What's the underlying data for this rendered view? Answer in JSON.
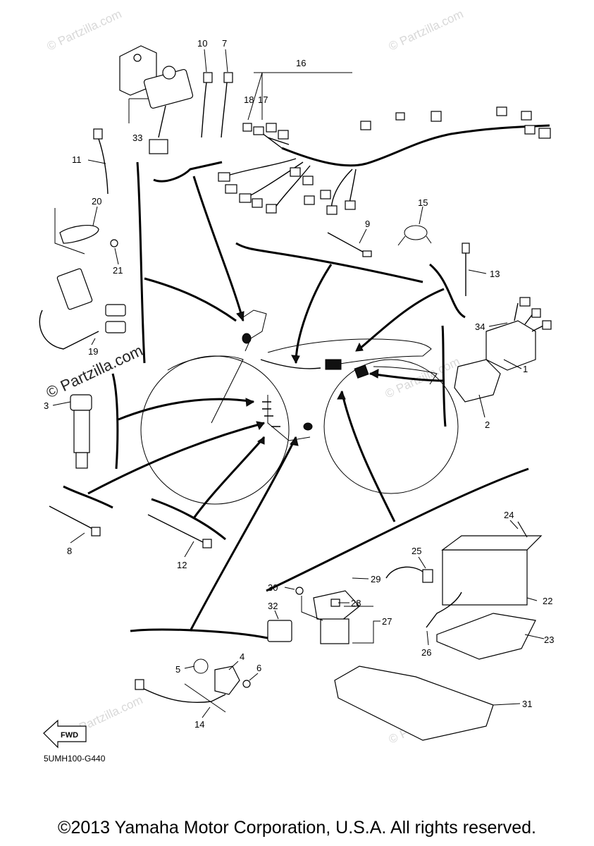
{
  "watermark": "© Partzilla.com",
  "diagram_code": "5UMH100-G440",
  "fwd_label": "FWD",
  "copyright": "©2013 Yamaha Motor Corporation, U.S.A. All rights reserved.",
  "callouts": {
    "c1": "1",
    "c2": "2",
    "c3": "3",
    "c4": "4",
    "c5": "5",
    "c6": "6",
    "c7": "7",
    "c8": "8",
    "c9": "9",
    "c10": "10",
    "c11": "11",
    "c12": "12",
    "c13": "13",
    "c14": "14",
    "c15": "15",
    "c16": "16",
    "c17": "17",
    "c18": "18",
    "c19": "19",
    "c20": "20",
    "c21": "21",
    "c22": "22",
    "c23": "23",
    "c24": "24",
    "c25": "25",
    "c26": "26",
    "c27": "27",
    "c28": "28",
    "c29": "29",
    "c30": "30",
    "c31": "31",
    "c32": "32",
    "c33": "33",
    "c34": "34"
  }
}
